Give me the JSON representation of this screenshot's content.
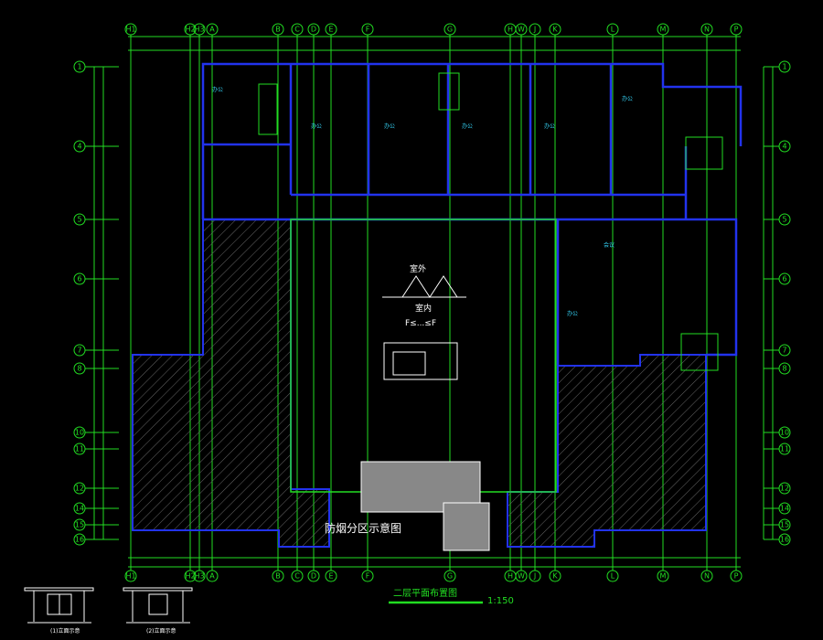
{
  "drawing": {
    "title": "二层平面布置图",
    "scale": "1:150",
    "smoke_zone_label": "防烟分区示意图",
    "detail": {
      "outside": "室外",
      "inside": "室内",
      "formula": "F≤...≤F"
    },
    "elevations": [
      "(1)立面示意",
      "(2)立面示意"
    ]
  },
  "grid": {
    "columns": [
      "H1",
      "H2",
      "H3",
      "A",
      "B",
      "C",
      "D",
      "E",
      "F",
      "G",
      "H",
      "W",
      "J",
      "K",
      "L",
      "M",
      "N",
      "P"
    ],
    "rows": [
      "1",
      "4",
      "5",
      "6",
      "7",
      "8",
      "10",
      "11",
      "12",
      "14",
      "15",
      "16"
    ]
  },
  "colors": {
    "grid": "#22dd22",
    "wall": "#2233ee",
    "text": "#ffffff",
    "room_label": "#33ccee"
  }
}
